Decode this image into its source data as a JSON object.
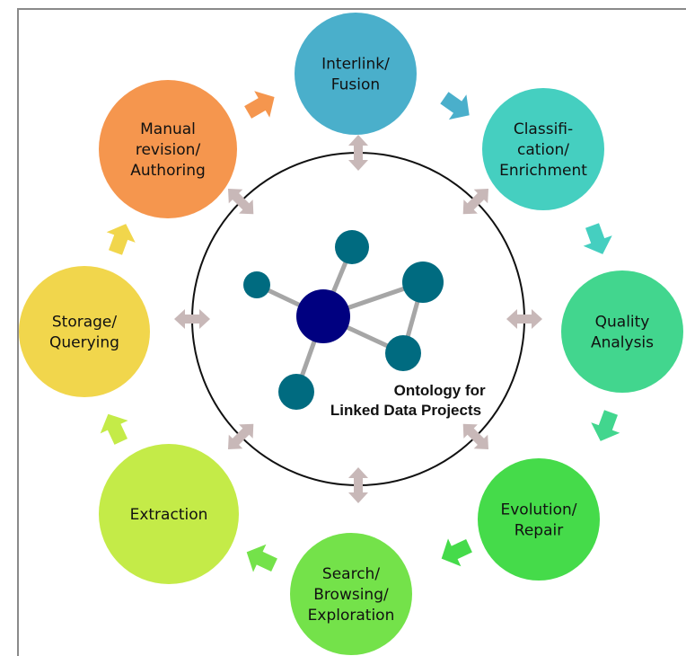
{
  "center": {
    "title_lines": [
      "Ontology for",
      "Linked Data Projects"
    ]
  },
  "stages": [
    {
      "id": "interlink",
      "lines": [
        "Interlink/",
        "Fusion"
      ],
      "color": "#4AAFCB"
    },
    {
      "id": "classification",
      "lines": [
        "Classifi-",
        "cation/",
        "Enrichment"
      ],
      "color": "#45CFC0"
    },
    {
      "id": "quality",
      "lines": [
        "Quality",
        "Analysis"
      ],
      "color": "#42D68E"
    },
    {
      "id": "evolution",
      "lines": [
        "Evolution/",
        "Repair"
      ],
      "color": "#45DB4A"
    },
    {
      "id": "search",
      "lines": [
        "Search/",
        "Browsing/",
        "Exploration"
      ],
      "color": "#74E24A"
    },
    {
      "id": "extraction",
      "lines": [
        "Extraction"
      ],
      "color": "#C4EB48"
    },
    {
      "id": "storage",
      "lines": [
        "Storage/",
        "Querying"
      ],
      "color": "#F1D64C"
    },
    {
      "id": "manual",
      "lines": [
        "Manual",
        "revision/",
        "Authoring"
      ],
      "color": "#F5964E"
    }
  ],
  "colors": {
    "frame_border": "#8a8a8a",
    "ring": "#111111",
    "connector_arrow": "#C8B8B8",
    "hub_node": "#000080",
    "spoke_node": "#006B80",
    "spoke_line": "#A6A6A6"
  }
}
